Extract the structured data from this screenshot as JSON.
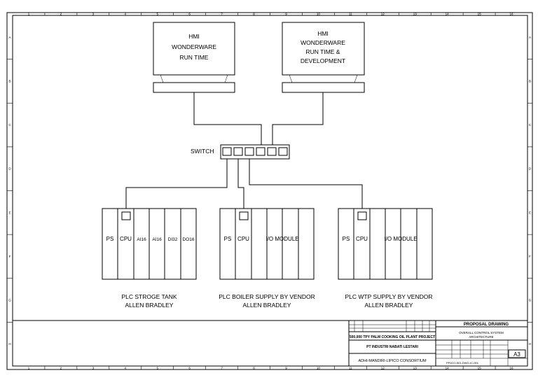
{
  "frame": {
    "col_numbers": [
      "1",
      "2",
      "3",
      "4",
      "5",
      "6",
      "7",
      "8",
      "9",
      "10",
      "11",
      "12",
      "13",
      "14",
      "15",
      "16"
    ],
    "row_letters": [
      "A",
      "B",
      "C",
      "D",
      "E",
      "F",
      "G",
      "H"
    ]
  },
  "hmi": [
    {
      "lines": [
        "HMI",
        "WONDERWARE",
        "RUN TIME"
      ]
    },
    {
      "lines": [
        "HMI",
        "WONDERWARE",
        "RUN TIME &",
        "DEVELOPMENT"
      ]
    }
  ],
  "switch": {
    "label": "SWITCH"
  },
  "plcs": [
    {
      "modules": [
        "PS",
        "CPU",
        "AI16",
        "AI16",
        "DI32",
        "DO16"
      ],
      "caption": [
        "PLC STROGE TANK",
        "ALLEN BRADLEY"
      ]
    },
    {
      "modules": [
        "PS",
        "CPU",
        "I/O MODULE"
      ],
      "caption": [
        "PLC BOILER SUPPLY BY VENDOR",
        "ALLEN BRADLEY"
      ]
    },
    {
      "modules": [
        "PS",
        "CPU",
        "I/O MODULE"
      ],
      "caption": [
        "PLC WTP SUPPLY BY VENDOR",
        "ALLEN BRADLEY"
      ]
    }
  ],
  "title_block": {
    "project": "500,000 TPY PALM COOKING OIL PLANT PROJECT",
    "client": "PT INDUSTRI NABATI LESTARI",
    "consortium": "ADHI-MANDIRI-LIPICO CONSORTIUM",
    "proposal": "PROPOSAL DRAWING",
    "drawing_title": [
      "OVERALL CONTROL SYSTEM",
      "ARCHITECTURE"
    ],
    "drawing_no": "PP4CO-501-DWG-IC-001",
    "size": "A3"
  }
}
